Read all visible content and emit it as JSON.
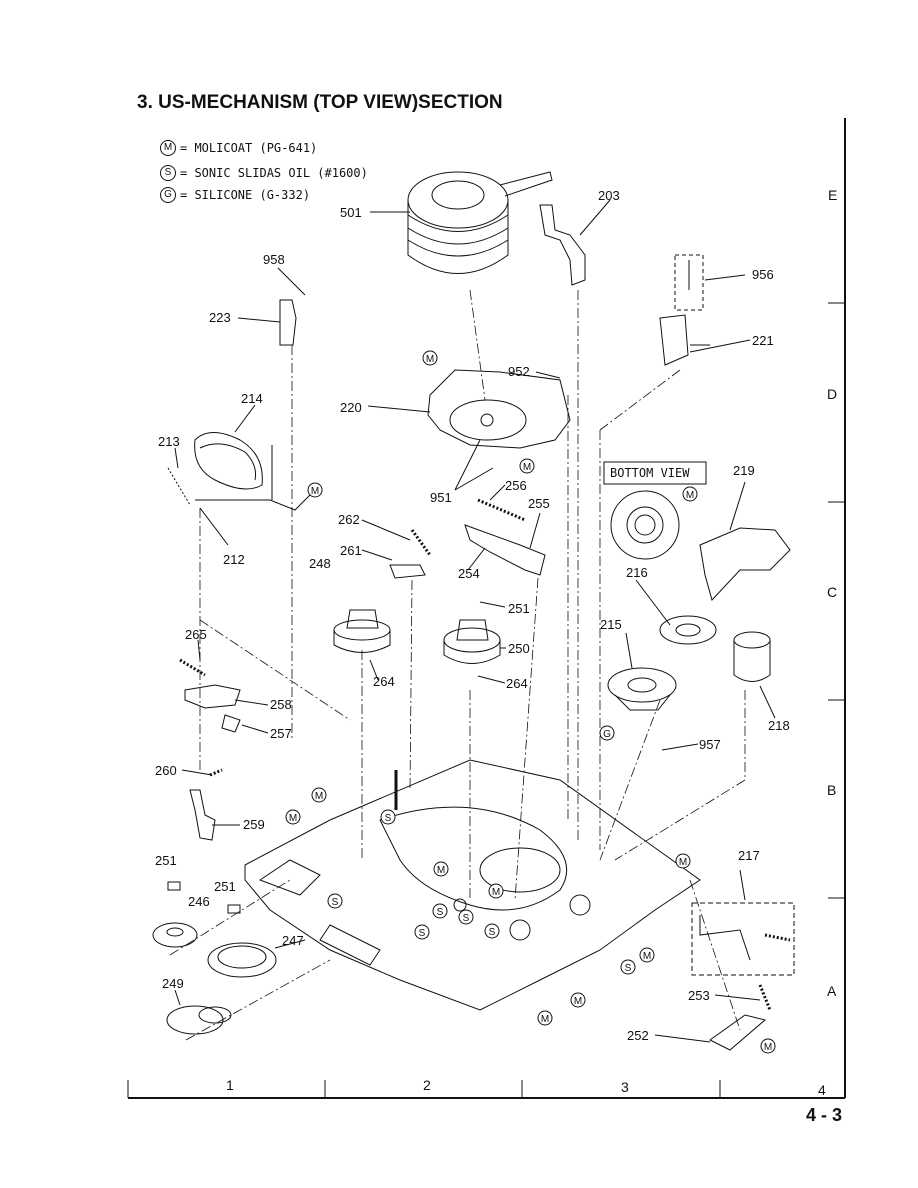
{
  "title": "3. US-MECHANISM (TOP VIEW)SECTION",
  "legend": [
    {
      "symbol": "M",
      "text": "= MOLICOAT (PG-641)"
    },
    {
      "symbol": "S",
      "text": "= SONIC SLIDAS OIL (#1600)"
    },
    {
      "symbol": "G",
      "text": "= SILICONE (G-332)"
    }
  ],
  "bottom_view_label": "BOTTOM VIEW",
  "parts": [
    "501",
    "203",
    "956",
    "958",
    "223",
    "221",
    "952",
    "220",
    "214",
    "213",
    "212",
    "951",
    "256",
    "255",
    "219",
    "262",
    "261",
    "254",
    "248",
    "251",
    "216",
    "215",
    "250",
    "265",
    "264",
    "258",
    "257",
    "260",
    "259",
    "218",
    "957",
    "251",
    "246",
    "251",
    "247",
    "217",
    "249",
    "253",
    "252"
  ],
  "row_labels": [
    "E",
    "D",
    "C",
    "B",
    "A"
  ],
  "col_labels": [
    "1",
    "2",
    "3",
    "4"
  ],
  "page_number": "4 - 3",
  "markers": [
    "M",
    "M",
    "M",
    "M",
    "M",
    "M",
    "M",
    "M",
    "M",
    "M",
    "M",
    "M",
    "S",
    "S",
    "S",
    "S",
    "S",
    "S",
    "S",
    "G"
  ]
}
